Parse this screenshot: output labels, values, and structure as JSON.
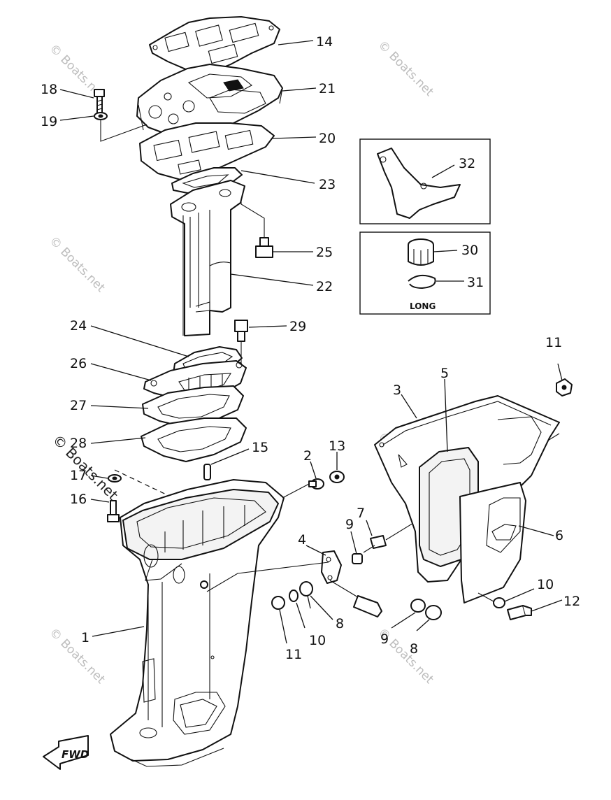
{
  "watermark": {
    "text": "© Boats.net"
  },
  "copyright": {
    "text": "© Boats.net"
  },
  "inset": {
    "long_label": "LONG"
  },
  "fwd_label": "FWD",
  "callouts": {
    "c1": "1",
    "c2": "2",
    "c3": "3",
    "c4": "4",
    "c5": "5",
    "c6": "6",
    "c7": "7",
    "c8a": "8",
    "c8b": "8",
    "c9a": "9",
    "c9b": "9",
    "c10a": "10",
    "c10b": "10",
    "c11a": "11",
    "c11b": "11",
    "c12": "12",
    "c13": "13",
    "c14": "14",
    "c15": "15",
    "c16": "16",
    "c17": "17",
    "c18": "18",
    "c19": "19",
    "c20": "20",
    "c21": "21",
    "c22": "22",
    "c23": "23",
    "c24": "24",
    "c25": "25",
    "c26": "26",
    "c27": "27",
    "c28": "28",
    "c29": "29",
    "c30": "30",
    "c31": "31",
    "c32": "32"
  }
}
